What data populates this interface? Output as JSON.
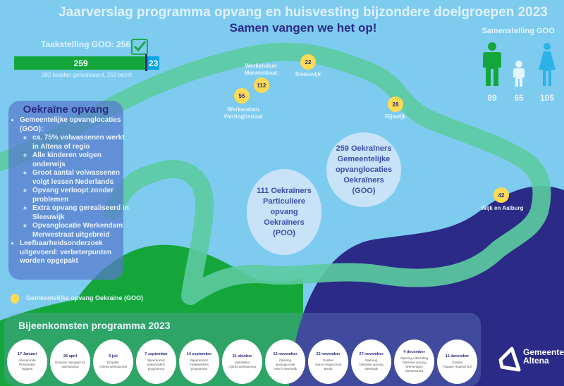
{
  "header": {
    "title": "Jaarverslag programma opvang en huisvesting bijzondere doelgroepen 2023",
    "subtitle": "Samen vangen we het op!"
  },
  "taakstelling": {
    "label": "Taakstelling GOO: 256",
    "target": 256,
    "occupied": 259,
    "vacant": 23,
    "occupied_label": "259",
    "vacant_label": "23",
    "caption": "282 bedden gerealiseerd, 259 bezet",
    "check_icon": "checkmark-icon"
  },
  "samenstelling": {
    "title": "Samenstelling GOO",
    "groups": [
      {
        "name": "mannen",
        "icon": "man-icon",
        "value": "89",
        "color": "#14a63b"
      },
      {
        "name": "kinderen",
        "icon": "child-icon",
        "value": "65",
        "color": "#e6f4fc"
      },
      {
        "name": "vrouwen",
        "icon": "woman-icon",
        "value": "105",
        "color": "#2bb2e6"
      }
    ]
  },
  "locations": [
    {
      "name": "Werkendam Vierlinghstraat",
      "line1": "Werkendam",
      "line2": "Vierlinghstraat",
      "count": "55"
    },
    {
      "name": "Werkendam Merwestraat",
      "line1": "Werkendam",
      "line2": "Merwestraat",
      "count": "112"
    },
    {
      "name": "Sleeuwijk",
      "line1": "Sleeuwijk",
      "line2": "",
      "count": "22"
    },
    {
      "name": "Rijswijk",
      "line1": "Rijswijk",
      "line2": "",
      "count": "28"
    },
    {
      "name": "Wijk en Aalburg",
      "line1": "Wijk en Aalburg",
      "line2": "",
      "count": "42"
    }
  ],
  "info": {
    "title": "Oekraïne opvang",
    "items": [
      {
        "text": "Gemeentelijke opvanglocaties (GOO):",
        "sub": [
          "ca. 75% volwassenen werkt in Altena of regio",
          "Alle kinderen volgen onderwijs",
          "Groot aantal volwassenen volgt lessen Nederlands",
          "Opvang verloopt zonder problemen",
          " Extra opvang gerealiseerd in Sleeuwijk",
          "Opvanglocatie Werkendam Merwestraat uitgebreid"
        ]
      },
      {
        "text": "Leefbaarheidsonderzoek uitgevoerd: verbeterpunten worden opgepakt",
        "sub": []
      }
    ]
  },
  "bubbles": {
    "poo": [
      "111 Oekraïners",
      "Particuliere",
      "opvang",
      "Oekraïners",
      "(POO)"
    ],
    "goo": [
      "259 Oekraïners",
      "Gemeentelijke",
      "opvanglocaties",
      "Oekraïners",
      "(GOO)"
    ]
  },
  "legend": {
    "label": "Gemeentelijke opvang Oekraine (GOO)",
    "color": "#fddb54"
  },
  "meetings": {
    "title": "Bijeenkomsten programma 2023",
    "items": [
      {
        "date": "17 Januari",
        "desc": [
          "Altenaronde",
          "Presentatie",
          "Opgave"
        ]
      },
      {
        "date": "28 april",
        "desc": [
          "Gesprek overgaan tot",
          "asielopvang"
        ]
      },
      {
        "date": "5 juli",
        "desc": [
          "Enquête",
          "criteria asielopvang"
        ]
      },
      {
        "date": "7 september",
        "desc": [
          "Bijeenkomst",
          "stakeholders",
          "programma"
        ]
      },
      {
        "date": "14 september",
        "desc": [
          "Bijeenkomst",
          "medewerkers",
          "programma"
        ]
      },
      {
        "date": "31 oktober",
        "desc": [
          "Vaststellen",
          "criteria asielopvang"
        ]
      },
      {
        "date": "15 november",
        "desc": [
          "Opening",
          "opvanglocatie",
          "AMV's Sleeuwijk"
        ]
      },
      {
        "date": "23 november",
        "desc": [
          "Gastles",
          "Avans Hogeschool",
          "Breda"
        ]
      },
      {
        "date": "27 november",
        "desc": [
          "Opening",
          "Oekraine opvang",
          "Sleeuwijk"
        ]
      },
      {
        "date": "4 december",
        "desc": [
          "Opening uitbreiding",
          "Oekraine opvang",
          "Werkendam",
          "Merwestraat"
        ]
      },
      {
        "date": "11 december",
        "desc": [
          "Gastles",
          "Haagse Hogeschool"
        ]
      }
    ]
  },
  "logo": {
    "line1": "Gemeente",
    "line2": "Altena",
    "icon": "gemeente-altena-logo-icon"
  },
  "colors": {
    "sky": "#7ecbf0",
    "green": "#14a63b",
    "navy": "#2b2a86",
    "river": "#5ccba1",
    "marker": "#fddb54"
  }
}
